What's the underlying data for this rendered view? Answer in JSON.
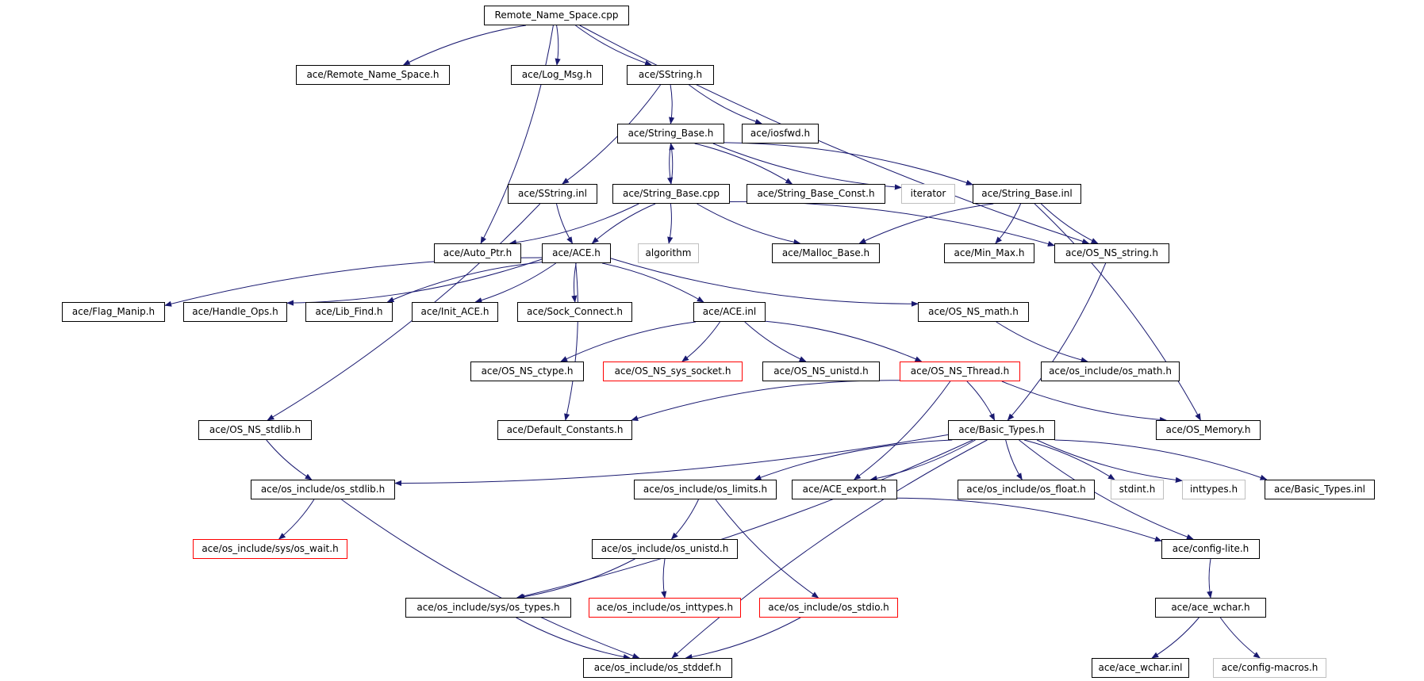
{
  "graph": {
    "colors": {
      "edge": "#191970",
      "root_fill": "#bfbfbf",
      "node_border": "#000000",
      "external_border": "#bfbfbf",
      "missing_border": "#ff0000"
    },
    "nodes": {
      "n0": {
        "label": "Remote_Name_Space.cpp",
        "kind": "root"
      },
      "n1": {
        "label": "ace/Remote_Name_Space.h",
        "kind": "normal"
      },
      "n2": {
        "label": "ace/Log_Msg.h",
        "kind": "normal"
      },
      "n3": {
        "label": "ace/SString.h",
        "kind": "normal"
      },
      "n4": {
        "label": "ace/String_Base.h",
        "kind": "normal"
      },
      "n5": {
        "label": "ace/iosfwd.h",
        "kind": "normal"
      },
      "n6": {
        "label": "ace/SString.inl",
        "kind": "normal"
      },
      "n7": {
        "label": "ace/String_Base.cpp",
        "kind": "normal"
      },
      "n8": {
        "label": "ace/String_Base_Const.h",
        "kind": "normal"
      },
      "n9": {
        "label": "iterator",
        "kind": "external"
      },
      "n10": {
        "label": "ace/String_Base.inl",
        "kind": "normal"
      },
      "n11": {
        "label": "ace/Auto_Ptr.h",
        "kind": "normal"
      },
      "n12": {
        "label": "ace/ACE.h",
        "kind": "normal"
      },
      "n13": {
        "label": "algorithm",
        "kind": "external"
      },
      "n14": {
        "label": "ace/Malloc_Base.h",
        "kind": "normal"
      },
      "n15": {
        "label": "ace/Min_Max.h",
        "kind": "normal"
      },
      "n16": {
        "label": "ace/OS_NS_string.h",
        "kind": "normal"
      },
      "n17": {
        "label": "ace/Flag_Manip.h",
        "kind": "normal"
      },
      "n18": {
        "label": "ace/Handle_Ops.h",
        "kind": "normal"
      },
      "n19": {
        "label": "ace/Lib_Find.h",
        "kind": "normal"
      },
      "n20": {
        "label": "ace/Init_ACE.h",
        "kind": "normal"
      },
      "n21": {
        "label": "ace/Sock_Connect.h",
        "kind": "normal"
      },
      "n22": {
        "label": "ace/ACE.inl",
        "kind": "normal"
      },
      "n23": {
        "label": "ace/OS_NS_math.h",
        "kind": "normal"
      },
      "n24": {
        "label": "ace/OS_NS_ctype.h",
        "kind": "normal"
      },
      "n25": {
        "label": "ace/OS_NS_sys_socket.h",
        "kind": "missing"
      },
      "n26": {
        "label": "ace/OS_NS_unistd.h",
        "kind": "normal"
      },
      "n27": {
        "label": "ace/OS_NS_Thread.h",
        "kind": "missing"
      },
      "n28": {
        "label": "ace/os_include/os_math.h",
        "kind": "normal"
      },
      "n29": {
        "label": "ace/OS_NS_stdlib.h",
        "kind": "normal"
      },
      "n30": {
        "label": "ace/Default_Constants.h",
        "kind": "normal"
      },
      "n31": {
        "label": "ace/Basic_Types.h",
        "kind": "normal"
      },
      "n32": {
        "label": "ace/OS_Memory.h",
        "kind": "normal"
      },
      "n33": {
        "label": "ace/os_include/os_stdlib.h",
        "kind": "normal"
      },
      "n34": {
        "label": "ace/os_include/os_limits.h",
        "kind": "normal"
      },
      "n35": {
        "label": "ace/ACE_export.h",
        "kind": "normal"
      },
      "n36": {
        "label": "ace/os_include/os_float.h",
        "kind": "normal"
      },
      "n37": {
        "label": "stdint.h",
        "kind": "external"
      },
      "n38": {
        "label": "inttypes.h",
        "kind": "external"
      },
      "n39": {
        "label": "ace/Basic_Types.inl",
        "kind": "normal"
      },
      "n40": {
        "label": "ace/os_include/sys/os_wait.h",
        "kind": "missing"
      },
      "n41": {
        "label": "ace/os_include/os_unistd.h",
        "kind": "normal"
      },
      "n42": {
        "label": "ace/config-lite.h",
        "kind": "normal"
      },
      "n43": {
        "label": "ace/os_include/sys/os_types.h",
        "kind": "normal"
      },
      "n44": {
        "label": "ace/os_include/os_inttypes.h",
        "kind": "missing"
      },
      "n45": {
        "label": "ace/os_include/os_stdio.h",
        "kind": "missing"
      },
      "n46": {
        "label": "ace/ace_wchar.h",
        "kind": "normal"
      },
      "n47": {
        "label": "ace/os_include/os_stddef.h",
        "kind": "normal"
      },
      "n48": {
        "label": "ace/ace_wchar.inl",
        "kind": "normal"
      },
      "n49": {
        "label": "ace/config-macros.h",
        "kind": "external"
      }
    },
    "edges": [
      [
        "n0",
        "n1"
      ],
      [
        "n0",
        "n2"
      ],
      [
        "n0",
        "n3"
      ],
      [
        "n0",
        "n11"
      ],
      [
        "n0",
        "n16"
      ],
      [
        "n3",
        "n4"
      ],
      [
        "n3",
        "n5"
      ],
      [
        "n3",
        "n6"
      ],
      [
        "n4",
        "n7"
      ],
      [
        "n4",
        "n8"
      ],
      [
        "n4",
        "n9"
      ],
      [
        "n4",
        "n10"
      ],
      [
        "n7",
        "n4"
      ],
      [
        "n7",
        "n11"
      ],
      [
        "n7",
        "n12"
      ],
      [
        "n7",
        "n13"
      ],
      [
        "n7",
        "n14"
      ],
      [
        "n7",
        "n16"
      ],
      [
        "n6",
        "n12"
      ],
      [
        "n6",
        "n29"
      ],
      [
        "n10",
        "n14"
      ],
      [
        "n10",
        "n15"
      ],
      [
        "n10",
        "n16"
      ],
      [
        "n10",
        "n32"
      ],
      [
        "n12",
        "n17"
      ],
      [
        "n12",
        "n18"
      ],
      [
        "n12",
        "n19"
      ],
      [
        "n12",
        "n20"
      ],
      [
        "n12",
        "n21"
      ],
      [
        "n12",
        "n22"
      ],
      [
        "n12",
        "n23"
      ],
      [
        "n12",
        "n30"
      ],
      [
        "n22",
        "n24"
      ],
      [
        "n22",
        "n25"
      ],
      [
        "n22",
        "n26"
      ],
      [
        "n22",
        "n27"
      ],
      [
        "n23",
        "n28"
      ],
      [
        "n16",
        "n31"
      ],
      [
        "n27",
        "n30"
      ],
      [
        "n27",
        "n31"
      ],
      [
        "n27",
        "n32"
      ],
      [
        "n27",
        "n35"
      ],
      [
        "n29",
        "n33"
      ],
      [
        "n31",
        "n33"
      ],
      [
        "n31",
        "n34"
      ],
      [
        "n31",
        "n35"
      ],
      [
        "n31",
        "n36"
      ],
      [
        "n31",
        "n37"
      ],
      [
        "n31",
        "n38"
      ],
      [
        "n31",
        "n39"
      ],
      [
        "n31",
        "n42"
      ],
      [
        "n31",
        "n43"
      ],
      [
        "n31",
        "n47"
      ],
      [
        "n33",
        "n40"
      ],
      [
        "n33",
        "n47"
      ],
      [
        "n34",
        "n41"
      ],
      [
        "n34",
        "n45"
      ],
      [
        "n41",
        "n43"
      ],
      [
        "n41",
        "n44"
      ],
      [
        "n35",
        "n42"
      ],
      [
        "n42",
        "n46"
      ],
      [
        "n46",
        "n48"
      ],
      [
        "n46",
        "n49"
      ],
      [
        "n45",
        "n47"
      ],
      [
        "n43",
        "n47"
      ]
    ]
  }
}
